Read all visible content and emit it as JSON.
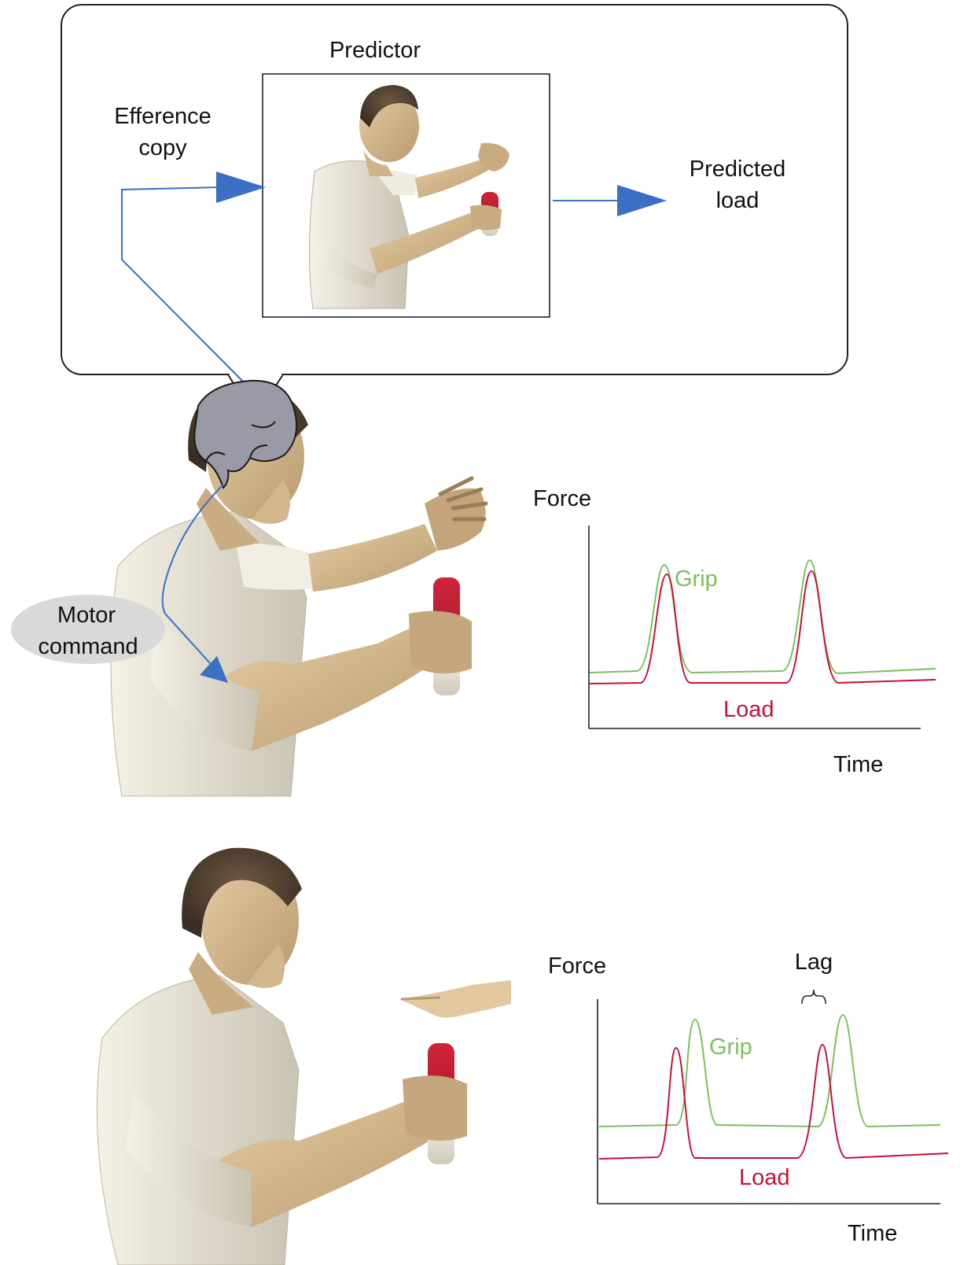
{
  "predictor_box": {
    "title": "Predictor",
    "input_label_line1": "Efference",
    "input_label_line2": "copy",
    "output_label_line1": "Predicted",
    "output_label_line2": "load"
  },
  "motor": {
    "label_line1": "Motor",
    "label_line2": "command"
  },
  "colors": {
    "arrow": "#3a6fc4",
    "grip": "#7cbf5e",
    "load": "#c4123a",
    "brain": "#9a9aa6",
    "bubble": "#d9d9d9"
  },
  "chart_data": [
    {
      "type": "line",
      "title": "",
      "ylabel": "Force",
      "xlabel": "Time",
      "series": [
        {
          "name": "Grip"
        },
        {
          "name": "Load"
        }
      ],
      "annotation": ""
    },
    {
      "type": "line",
      "title": "",
      "ylabel": "Force",
      "xlabel": "Time",
      "series": [
        {
          "name": "Grip"
        },
        {
          "name": "Load"
        }
      ],
      "annotation": "Lag"
    }
  ]
}
